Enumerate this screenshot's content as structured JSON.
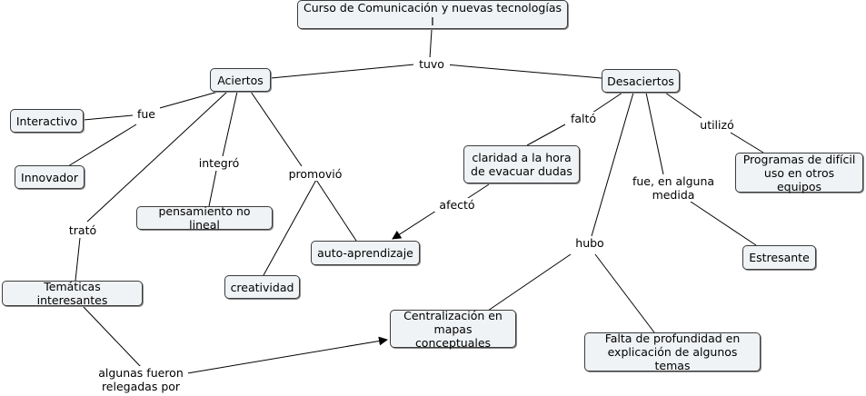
{
  "concepts": {
    "curso": "Curso de Comunicación y nuevas tecnologías I",
    "aciertos": "Aciertos",
    "desaciertos": "Desaciertos",
    "interactivo": "Interactivo",
    "innovador": "Innovador",
    "pensamiento": "pensamiento no lineal",
    "auto": "auto-aprendizaje",
    "creatividad": "creatividad",
    "tematicas": "Temáticas interesantes",
    "centralizacion": "Centralización en\nmapas conceptuales",
    "claridad": "claridad a la hora\nde evacuar dudas",
    "programas": "Programas de difícil\nuso en otros equipos",
    "estresante": "Estresante",
    "falta": "Falta de profundidad en\nexplicación de algunos temas"
  },
  "phrases": {
    "tuvo": "tuvo",
    "fue": "fue",
    "integro": "integró",
    "promovio": "promovió",
    "trato": "trató",
    "algunas": "algunas fueron\nrelegadas por",
    "falto": "faltó",
    "afecto": "afectó",
    "fue_alguna": "fue, en alguna\nmedida",
    "utilizo": "utilizó",
    "hubo": "hubo"
  }
}
